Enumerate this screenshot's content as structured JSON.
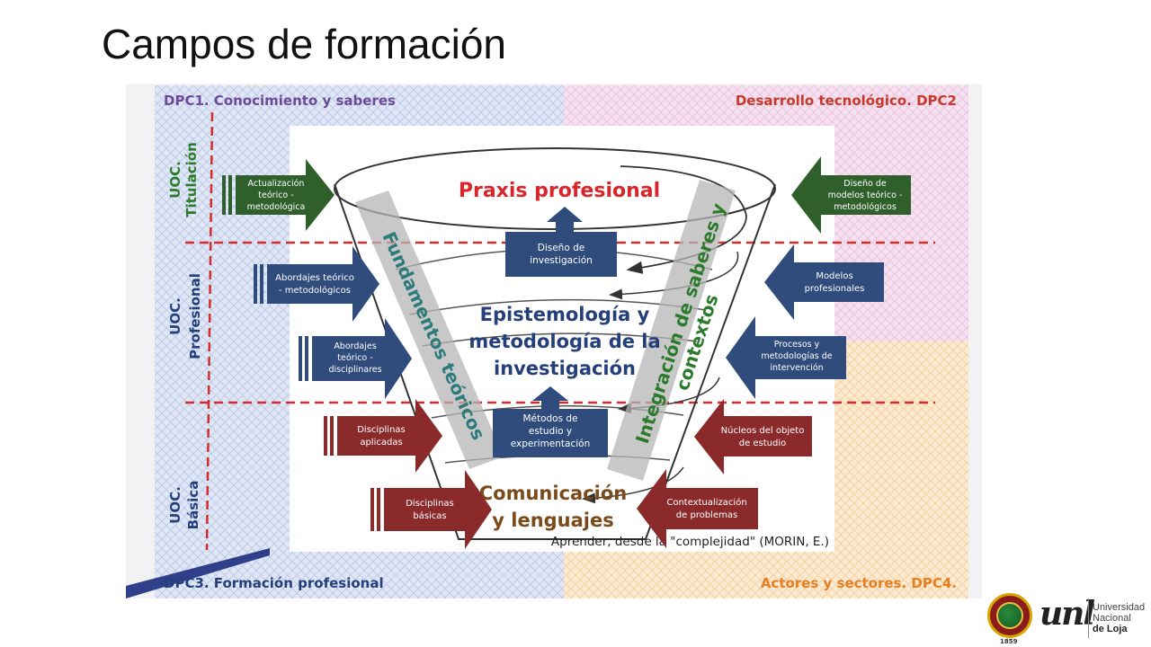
{
  "title": "Campos de formación",
  "quadrants": {
    "top_left": "DPC1. Conocimiento y saberes",
    "top_right": "Desarrollo tecnológico. DPC2",
    "bottom_left": "DPC3. Formación profesional",
    "bottom_right": "Actores y sectores. DPC4."
  },
  "levels": {
    "titulacion": [
      "UOC.",
      "Titulación"
    ],
    "profesional": [
      "UOC.",
      "Profesional"
    ],
    "basica": [
      "UOC.",
      "Básica"
    ]
  },
  "center": {
    "praxis": "Praxis profesional",
    "epistemologia": [
      "Epistemología y",
      "metodología de la",
      "investigación"
    ],
    "comunicacion": [
      "Comunicación",
      "y lenguajes"
    ],
    "fundamentos": "Fundamentos teóricos",
    "integracion": [
      "Integración de saberes y",
      "contextos"
    ],
    "diseno": [
      "Diseño de",
      "investigación"
    ],
    "metodos": [
      "Métodos de",
      "estudio y",
      "experimentación"
    ],
    "footer": "Aprender, desde la \"complejidad\" (MORIN, E.)"
  },
  "left_arrows": {
    "actualizacion": [
      "Actualización",
      "teórico -",
      "metodológica"
    ],
    "abordajes_metodologicos": [
      "Abordajes teórico",
      "- metodológicos"
    ],
    "abordajes_disciplinares": [
      "Abordajes",
      "teórico -",
      "disciplinares"
    ],
    "disciplinas_aplicadas": [
      "Disciplinas",
      "aplicadas"
    ],
    "disciplinas_basicas": [
      "Disciplinas",
      "básicas"
    ]
  },
  "right_arrows": {
    "diseno_modelos": [
      "Diseño de",
      "modelos teórico -",
      "metodológicos"
    ],
    "modelos_profesionales": [
      "Modelos",
      "profesionales"
    ],
    "procesos": [
      "Procesos y",
      "metodologías de",
      "intervención"
    ],
    "nucleos": [
      "Núcleos del objeto",
      "de estudio"
    ],
    "contextualizacion": [
      "Contextualización",
      "de problemas"
    ]
  },
  "logo": {
    "year": "1859",
    "mark": "unl",
    "text": [
      "Universidad",
      "Nacional",
      "de Loja"
    ]
  },
  "colors": {
    "green": "#2f5f2a",
    "navy": "#2f4c7d",
    "maroon": "#8b2a2a",
    "praxis_red": "#d9262a",
    "label_navy": "#243f7a",
    "label_red": "#c8392b",
    "label_green": "#2c7a2c",
    "quad_blue": "#dde4f4",
    "quad_pink": "#f4dcee",
    "quad_orange": "#fbe6c8"
  }
}
